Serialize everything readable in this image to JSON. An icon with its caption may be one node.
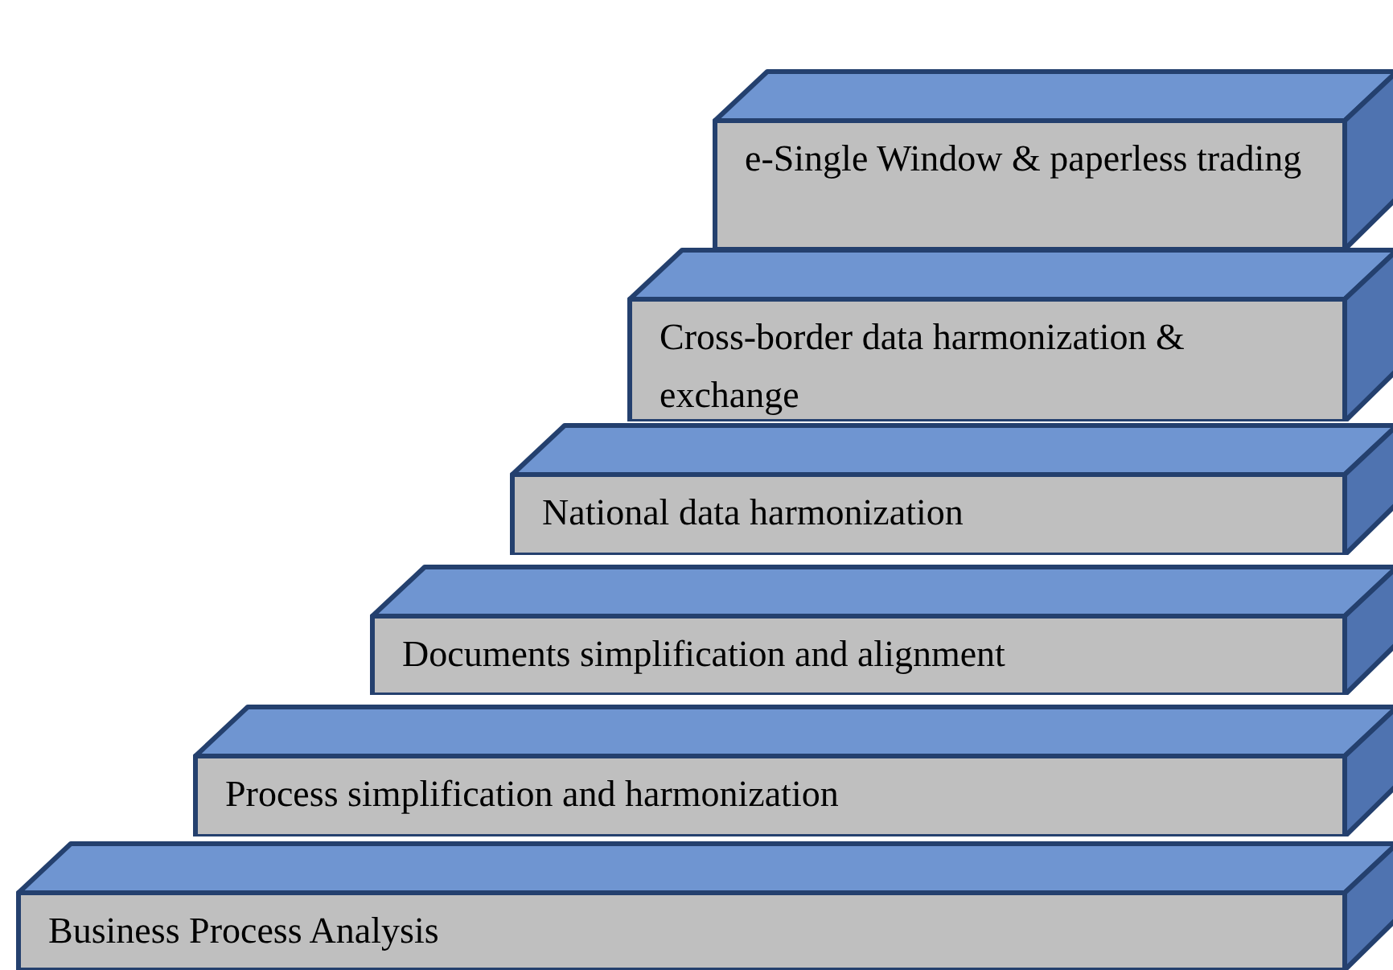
{
  "diagram": {
    "nodes": [
      {
        "text": [
          "e-Single Window & paperless trading"
        ]
      },
      {
        "text": [
          "Cross-border data harmonization & exchange"
        ]
      },
      {
        "text": [
          "National data harmonization"
        ]
      },
      {
        "text": [
          "Documents simplification and alignment"
        ]
      },
      {
        "text": [
          "Process simplification and harmonization"
        ]
      },
      {
        "text": [
          "Business Process Analysis"
        ]
      }
    ]
  }
}
